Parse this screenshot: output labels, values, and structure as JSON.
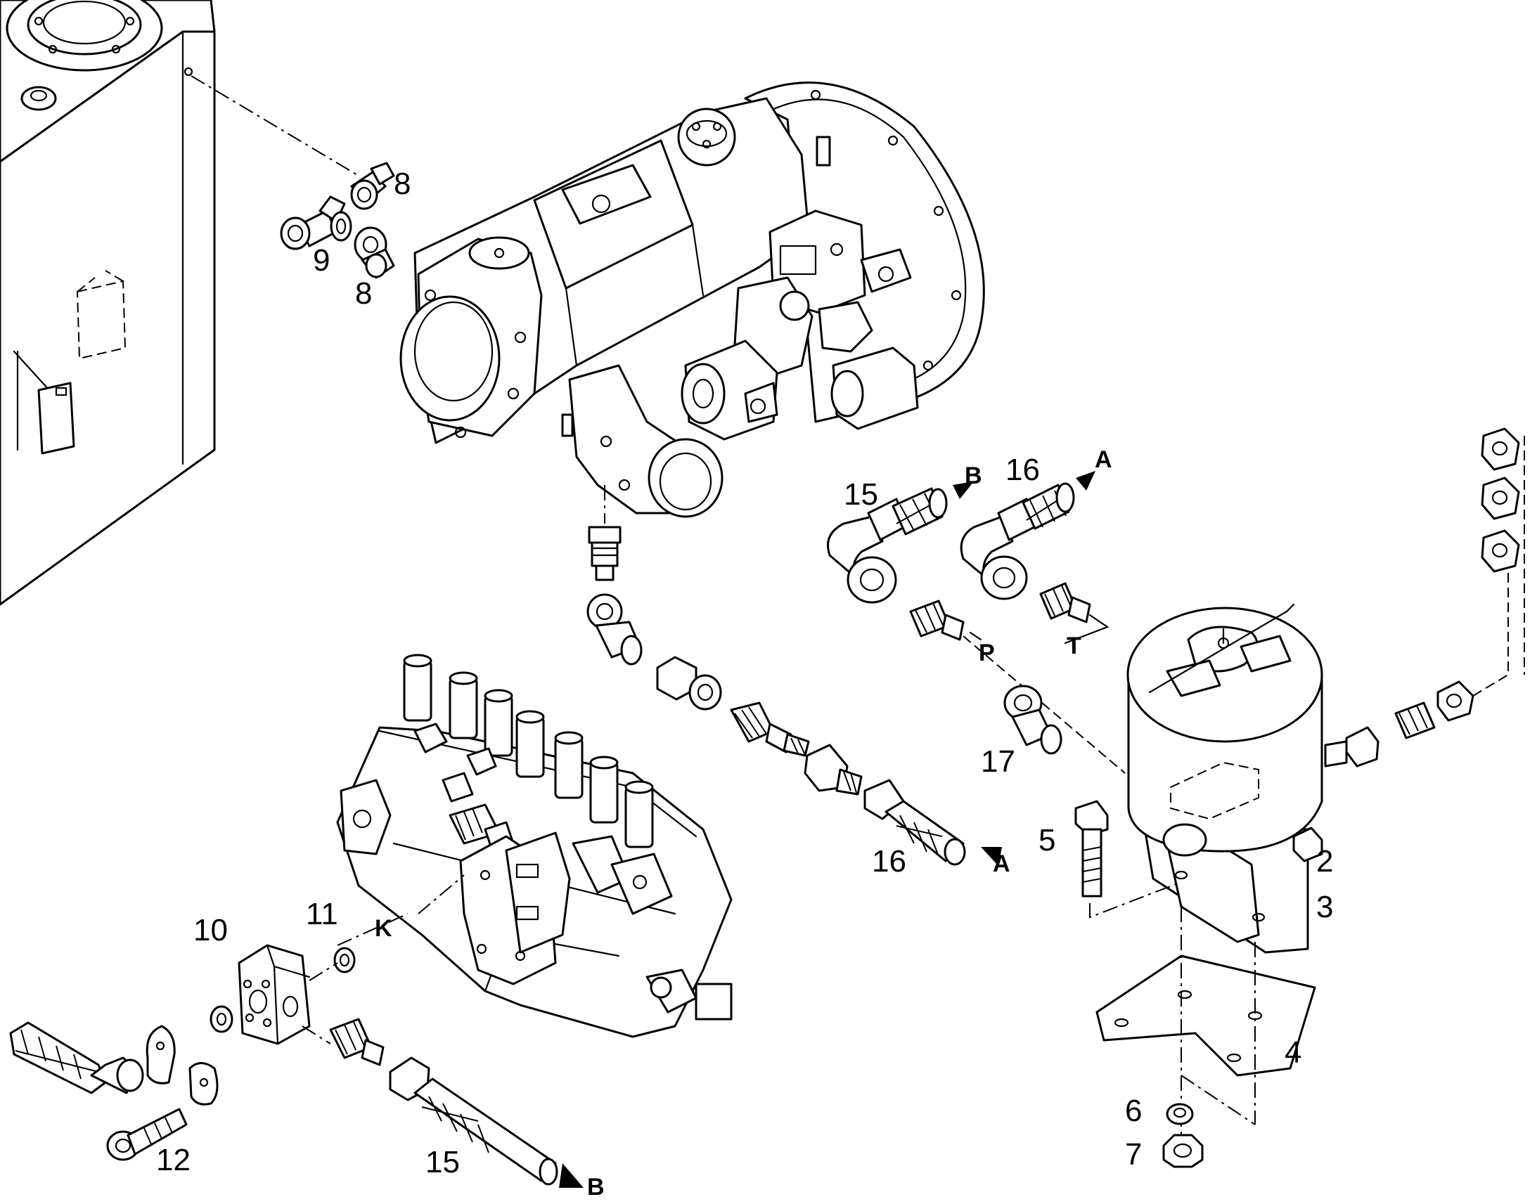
{
  "diagram": {
    "callouts": {
      "c2": "2",
      "c3": "3",
      "c4": "4",
      "c5": "5",
      "c6": "6",
      "c7": "7",
      "c8a": "8",
      "c8b": "8",
      "c9": "9",
      "c10": "10",
      "c11": "11",
      "c12": "12",
      "c15a": "15",
      "c15b": "15",
      "c16a": "16",
      "c16b": "16",
      "c17": "17"
    },
    "letters": {
      "B1": "B",
      "A1": "A",
      "P": "P",
      "T": "T",
      "A2": "A",
      "K": "K",
      "B2": "B"
    }
  }
}
